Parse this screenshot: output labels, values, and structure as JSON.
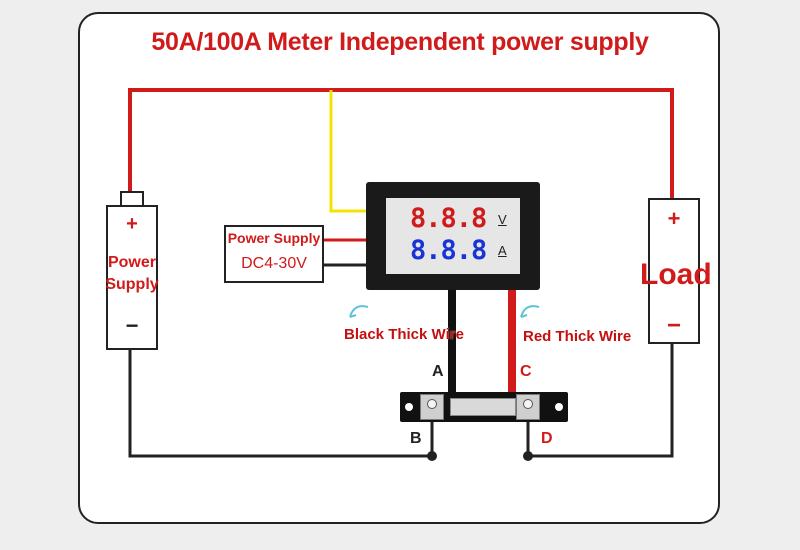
{
  "title": "50A/100A Meter Independent power supply",
  "battery": {
    "plus": "+",
    "label_line1": "Power",
    "label_line2": "Supply",
    "minus": "−"
  },
  "load": {
    "plus": "+",
    "label": "Load",
    "minus": "−"
  },
  "meter_power": {
    "line1": "Power Supply",
    "line2": "DC4-30V"
  },
  "meter": {
    "volt_digits": "8.8.8",
    "volt_unit": "V",
    "amp_digits": "8.8.8",
    "amp_unit": "A"
  },
  "cables": {
    "black": "Black Thick Wire",
    "red": "Red Thick Wire"
  },
  "points": {
    "a": "A",
    "b": "B",
    "c": "C",
    "d": "D"
  },
  "colors": {
    "red": "#d11a1a",
    "blue": "#1834d6",
    "yellow": "#f2e400",
    "black": "#222222"
  },
  "icons": [
    "battery-icon",
    "meter-display-icon",
    "shunt-resistor-icon",
    "load-icon"
  ]
}
